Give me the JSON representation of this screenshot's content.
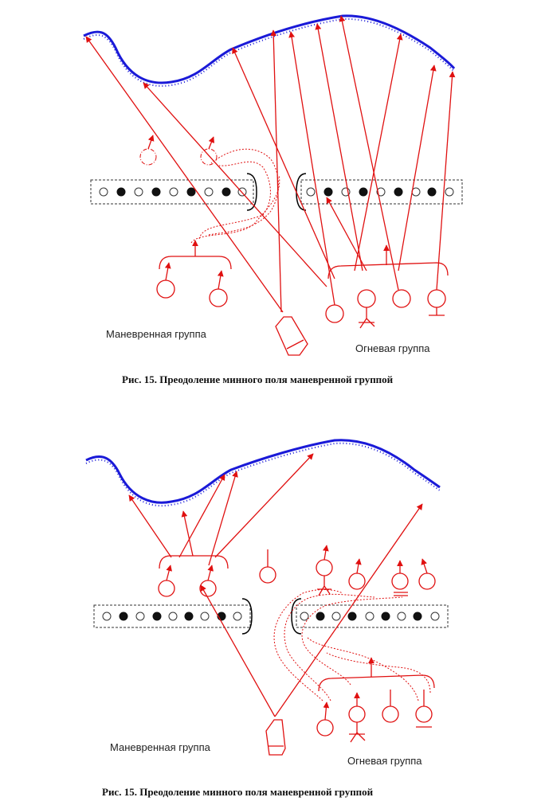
{
  "figure1": {
    "maneuver_label": "Маневренная группа",
    "fire_label": "Огневая группа",
    "caption": "Рис. 15. Преодоление минного поля маневренной группой"
  },
  "figure2": {
    "maneuver_label": "Маневренная группа",
    "fire_label": "Огневая группа",
    "caption": "Рис. 15. Преодоление минного поля маневренной группой"
  },
  "colors": {
    "route": "#e01010",
    "obstacle_line": "#1a1ad8",
    "mines": "#111111"
  },
  "mine_belt_pattern": [
    "open",
    "filled",
    "open",
    "filled",
    "open",
    "filled",
    "open",
    "filled",
    "open"
  ]
}
